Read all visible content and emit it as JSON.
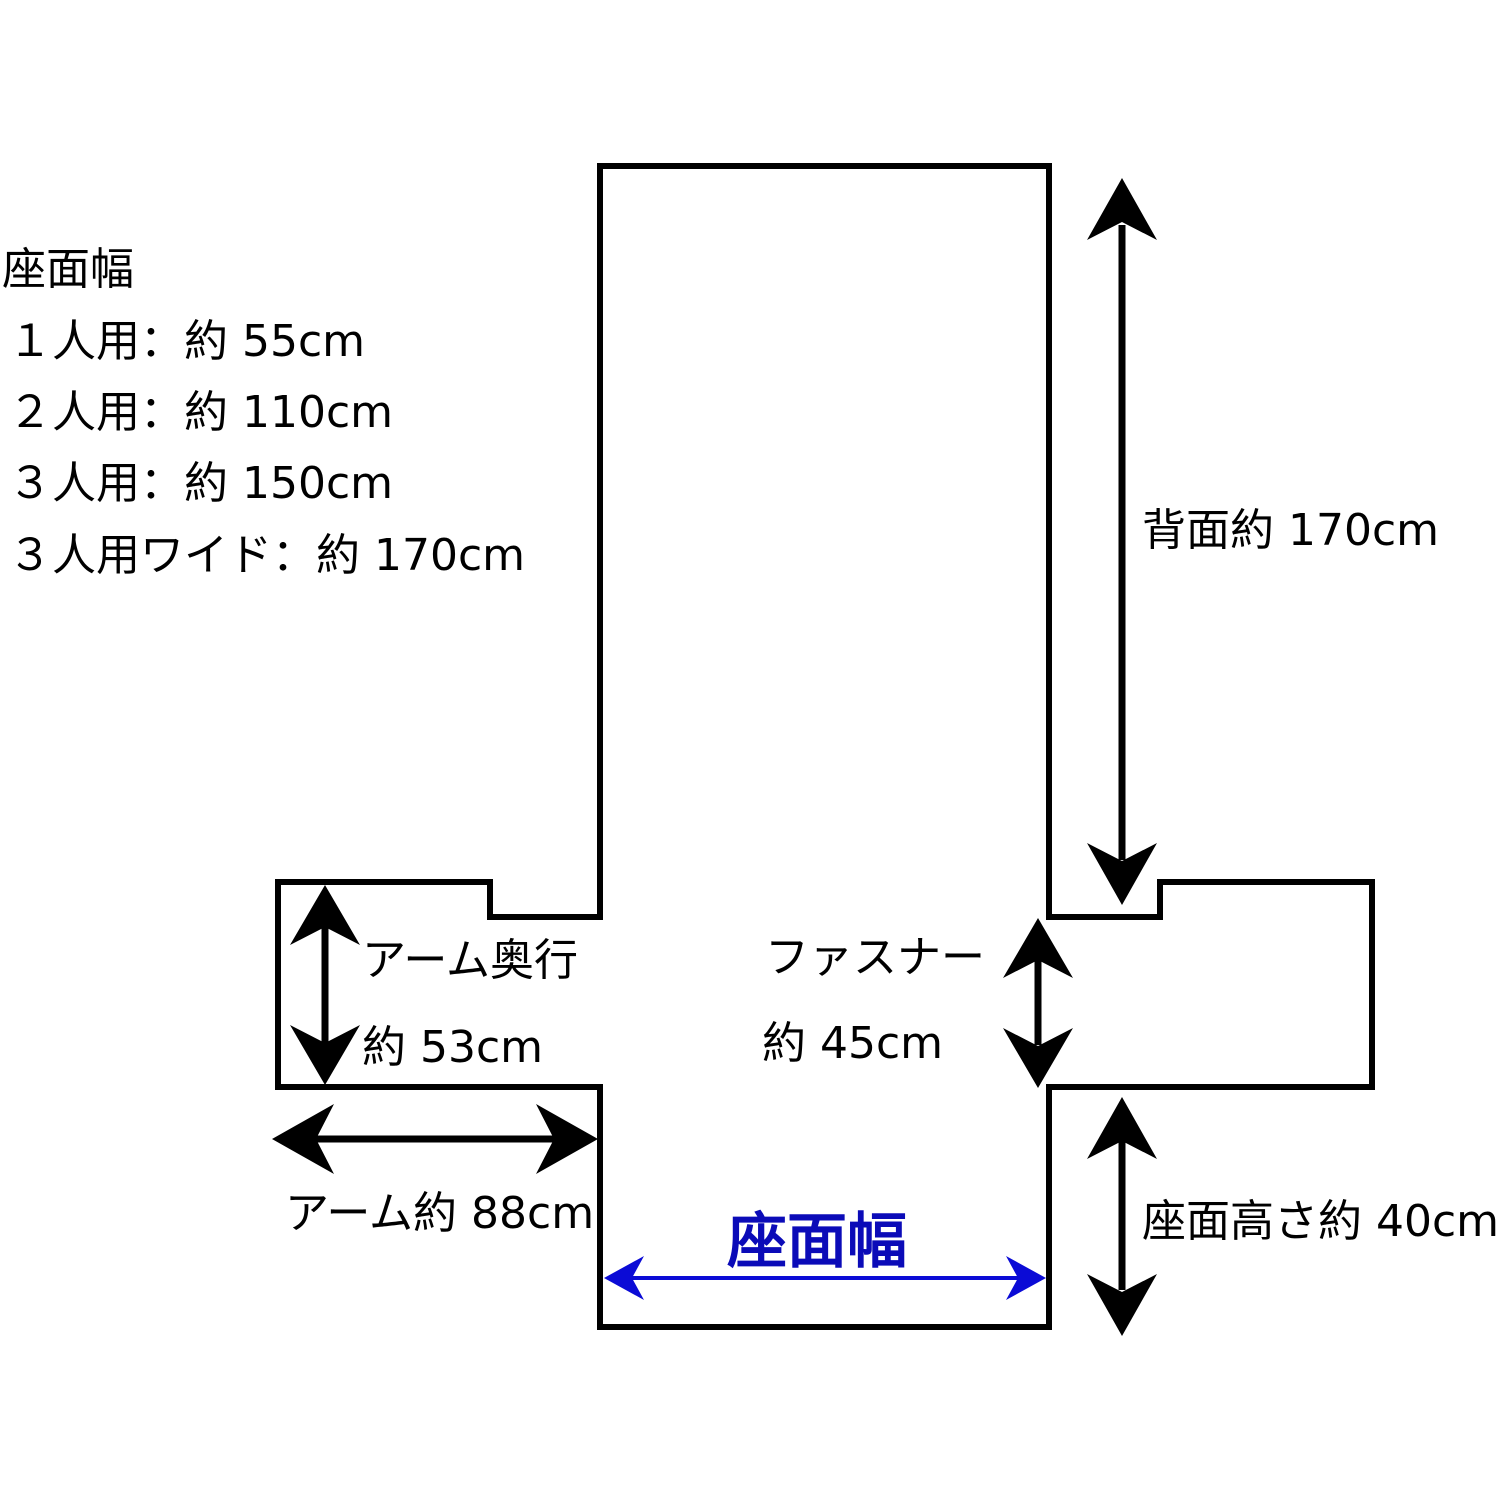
{
  "legend": {
    "title": "座面幅",
    "rows": [
      {
        "text": "１人用：約 55cm"
      },
      {
        "text": "２人用：約 110cm"
      },
      {
        "text": "３人用：約 150cm"
      },
      {
        "text": "３人用ワイド：約 170cm"
      }
    ]
  },
  "labels": {
    "back": "背面約 170cm",
    "arm_depth_line1": "アーム奥行",
    "arm_depth_line2": "約 53cm",
    "fastener_line1": "ファスナー",
    "fastener_line2": "約 45cm",
    "arm_length": "アーム約 88cm",
    "seat_width": "座面幅",
    "seat_height": "座面高さ約 40cm"
  },
  "colors": {
    "outline": "#000000",
    "seat_width_accent": "#0b0bd6"
  }
}
